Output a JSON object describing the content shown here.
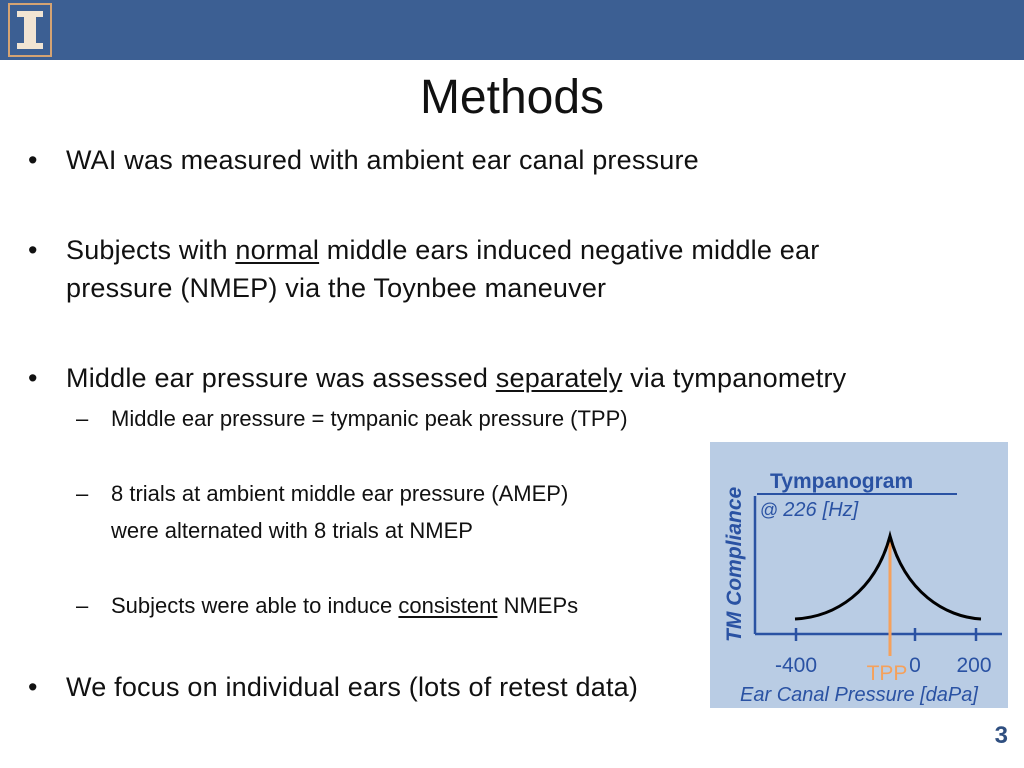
{
  "slide": {
    "title": "Methods",
    "page_number": "3"
  },
  "bullets": {
    "b1": "WAI was measured with ambient ear canal pressure",
    "b2_pre": "Subjects with ",
    "b2_u": "normal",
    "b2_post": " middle ears induced negative middle ear",
    "b2_line2": "pressure (NMEP) via the Toynbee maneuver",
    "b3_pre": "Middle ear pressure was assessed ",
    "b3_u": "separately",
    "b3_post": " via tympanometry",
    "sub1": "Middle ear pressure = tympanic peak pressure (TPP)",
    "sub2_line1": "8 trials at ambient middle ear pressure (AMEP)",
    "sub2_line2": "were alternated with 8 trials at NMEP",
    "sub3_pre": "Subjects were able to induce ",
    "sub3_u": "consistent",
    "sub3_post": " NMEPs",
    "b4": "We focus on individual ears (lots of retest data)"
  },
  "tympanogram": {
    "title": "Tympanogram",
    "freq_at": "@ ",
    "freq_value": "226",
    "freq_unit": "[Hz]",
    "ylabel": "TM Compliance",
    "xlabel": "Ear Canal Pressure [daPa]",
    "tick_m400": "-400",
    "tick_0": "0",
    "tick_200": "200",
    "tpp_label": "TPP",
    "colors": {
      "background": "#b9cce4",
      "axis": "#2a52a3",
      "curve": "#000000",
      "tpp_line": "#f5a15c"
    }
  }
}
